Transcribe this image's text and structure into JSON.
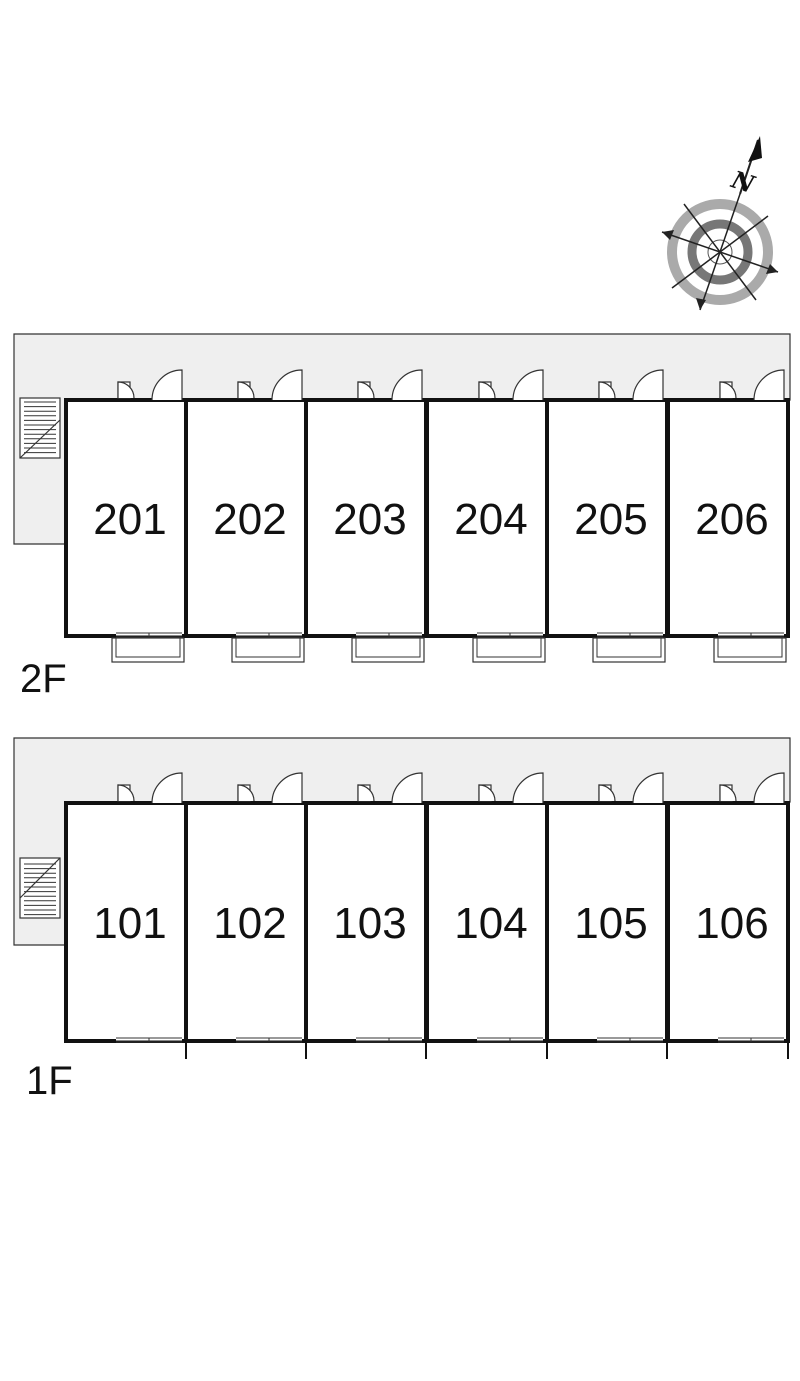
{
  "compass": {
    "label": "N",
    "icon": "compass-rose-icon"
  },
  "floors": [
    {
      "key": "2f",
      "label": "2F",
      "rooms": [
        "201",
        "202",
        "203",
        "204",
        "205",
        "206"
      ],
      "front_side": "balconies"
    },
    {
      "key": "1f",
      "label": "1F",
      "rooms": [
        "101",
        "102",
        "103",
        "104",
        "105",
        "106"
      ],
      "front_side": "garden-partitions"
    }
  ],
  "colors": {
    "corridor_fill": "#efefef",
    "wall": "#111111",
    "line": "#333333",
    "compass_ring": "#888888"
  }
}
